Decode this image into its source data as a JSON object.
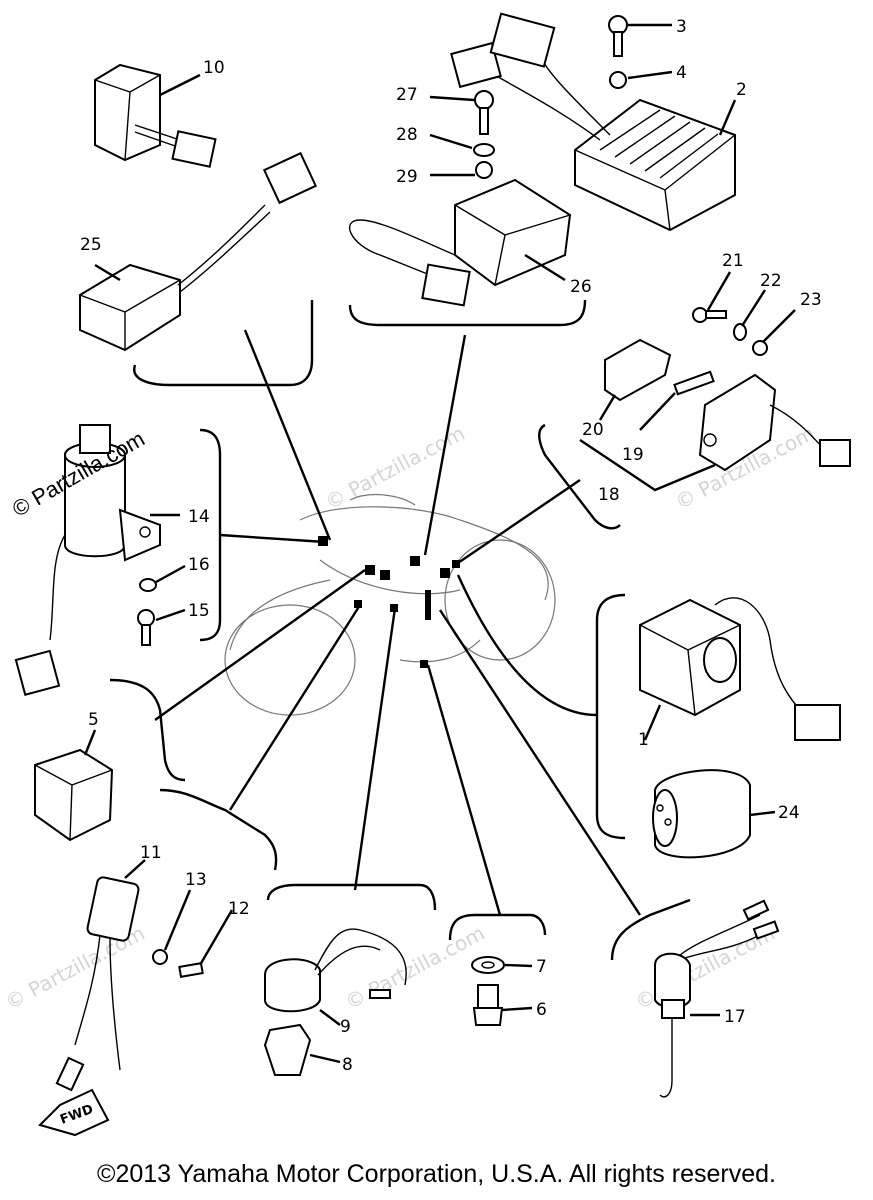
{
  "diagram": {
    "callouts": [
      "1",
      "2",
      "3",
      "4",
      "5",
      "6",
      "7",
      "8",
      "9",
      "10",
      "11",
      "12",
      "13",
      "14",
      "15",
      "16",
      "17",
      "18",
      "19",
      "20",
      "21",
      "22",
      "23",
      "24",
      "25",
      "26",
      "27",
      "28",
      "29"
    ],
    "fwd_label": "FWD",
    "watermark": "© Partzilla.com"
  },
  "footer": {
    "copyright": "©2013 Yamaha Motor Corporation, U.S.A. All rights reserved."
  }
}
